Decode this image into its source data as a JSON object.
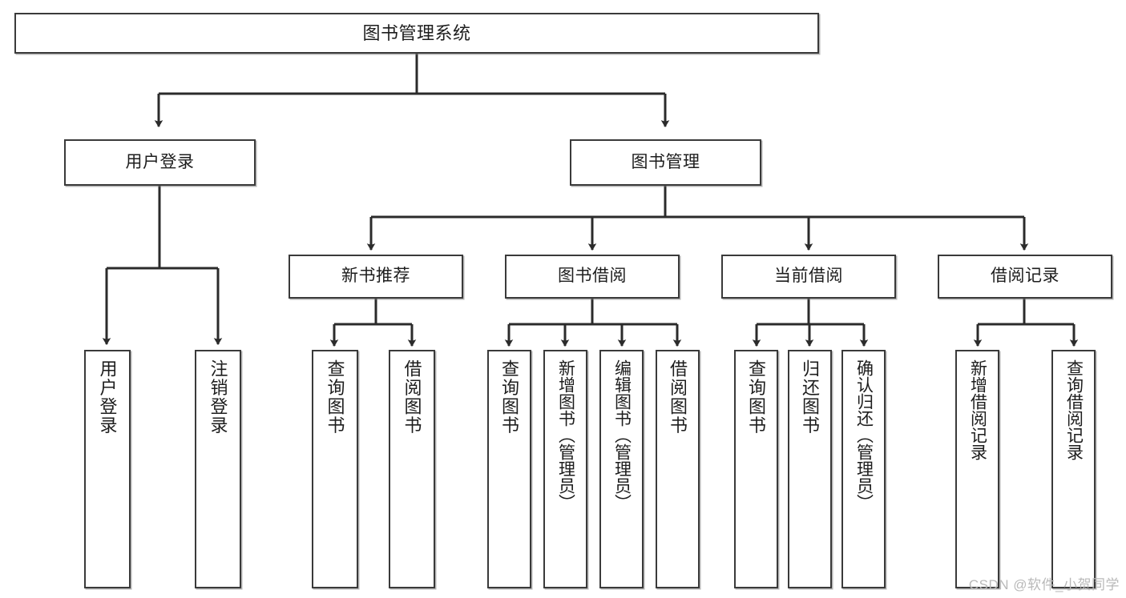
{
  "diagram": {
    "type": "tree",
    "title": "图书管理系统",
    "orientation": "top-down",
    "colors": {
      "border": "#3a3a3a",
      "fill": "#ffffff",
      "text": "#1d1d1d",
      "edge": "#2b2b2b",
      "watermark": "#b9b9b9"
    }
  },
  "watermark": {
    "text": "CSDN @软件_小贺同学"
  },
  "nodes": {
    "root": {
      "label": "图书管理系统"
    },
    "level1": [
      {
        "id": "user_login",
        "label": "用户登录"
      },
      {
        "id": "book_manage",
        "label": "图书管理"
      }
    ],
    "level2": [
      {
        "id": "new_book_rec",
        "label": "新书推荐",
        "parent": "book_manage"
      },
      {
        "id": "book_borrow",
        "label": "图书借阅",
        "parent": "book_manage"
      },
      {
        "id": "current_borrow",
        "label": "当前借阅",
        "parent": "book_manage"
      },
      {
        "id": "borrow_record",
        "label": "借阅记录",
        "parent": "book_manage"
      }
    ],
    "leaves": [
      {
        "id": "leaf_user_login",
        "label": "用户登录",
        "parent": "user_login"
      },
      {
        "id": "leaf_user_logout",
        "label": "注销登录",
        "parent": "user_login"
      },
      {
        "id": "leaf_rec_query",
        "label": "查询图书",
        "parent": "new_book_rec"
      },
      {
        "id": "leaf_rec_borrow",
        "label": "借阅图书",
        "parent": "new_book_rec"
      },
      {
        "id": "leaf_bb_query",
        "label": "查询图书",
        "parent": "book_borrow"
      },
      {
        "id": "leaf_bb_add",
        "label": "新增图书（管理员）",
        "parent": "book_borrow"
      },
      {
        "id": "leaf_bb_edit",
        "label": "编辑图书（管理员）",
        "parent": "book_borrow"
      },
      {
        "id": "leaf_bb_borrow",
        "label": "借阅图书",
        "parent": "book_borrow"
      },
      {
        "id": "leaf_cb_query",
        "label": "查询图书",
        "parent": "current_borrow"
      },
      {
        "id": "leaf_cb_return",
        "label": "归还图书",
        "parent": "current_borrow"
      },
      {
        "id": "leaf_cb_confirm",
        "label": "确认归还（管理员）",
        "parent": "current_borrow"
      },
      {
        "id": "leaf_br_add",
        "label": "新增借阅记录",
        "parent": "borrow_record"
      },
      {
        "id": "leaf_br_query",
        "label": "查询借阅记录",
        "parent": "borrow_record"
      }
    ]
  }
}
